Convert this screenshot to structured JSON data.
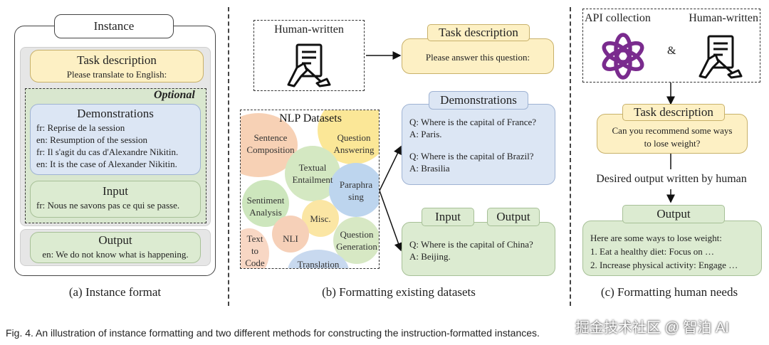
{
  "panel_a": {
    "header": "Instance",
    "task": {
      "title": "Task description",
      "text": "Please translate to English:"
    },
    "optional_label": "Optional",
    "demos": {
      "title": "Demonstrations",
      "lines": [
        "fr: Reprise de la session",
        "en: Resumption of the session",
        "fr: Il s'agit du cas d'Alexandre Nikitin.",
        "en: It is the case of Alexander Nikitin."
      ]
    },
    "input": {
      "title": "Input",
      "text": "fr: Nous ne savons pas ce qui se passe."
    },
    "output": {
      "title": "Output",
      "text": "en: We do not know what is happening."
    },
    "caption": "(a) Instance format"
  },
  "panel_b": {
    "human_written": "Human-written",
    "nlp_title": "NLP  Datasets",
    "task": {
      "title": "Task description",
      "text": "Please answer this question:"
    },
    "demos": {
      "title": "Demonstrations",
      "q1": "Q: Where is the capital of France?",
      "a1": "A: Paris.",
      "q2": "Q: Where is the capital of Brazil?",
      "a2": "A: Brasilia"
    },
    "input_label": "Input",
    "output_label": "Output",
    "qa": {
      "q": "Q: Where is the capital of China?",
      "a": "A: Beijing."
    },
    "datasets": {
      "sentence_composition": [
        "Sentence",
        "Composition"
      ],
      "question_answering": [
        "Question",
        "Answering"
      ],
      "textual_entailment": [
        "Textual",
        "Entailment"
      ],
      "paraphrasing": [
        "Paraphra",
        "sing"
      ],
      "sentiment_analysis": [
        "Sentiment",
        "Analysis"
      ],
      "misc": "Misc.",
      "nli": "NLI",
      "text_to_code": [
        "Text",
        "to",
        "Code"
      ],
      "question_generation": [
        "Question",
        "Generation"
      ],
      "translation": "Translation"
    },
    "caption": "(b) Formatting existing datasets"
  },
  "panel_c": {
    "api_collection": "API collection",
    "ampersand": "&",
    "human_written": "Human-written",
    "task": {
      "title": "Task description",
      "lines": [
        "Can you recommend some ways",
        "to lose weight?"
      ]
    },
    "desired": "Desired output written by human",
    "output": {
      "title": "Output",
      "lines": [
        "Here are some ways to lose weight:",
        "1. Eat a healthy diet: Focus on …",
        "2. Increase physical activity: Engage …"
      ]
    },
    "caption": "(c) Formatting human needs"
  },
  "figure_caption": "Fig. 4. An illustration of instance formatting and two different methods for constructing the instruction-formatted instances.",
  "watermark": "掘金技术社区 @ 智泊 AI",
  "colors": {
    "yellow": "#fdf0c4",
    "green": "#dcebd1",
    "blue": "#dce6f4",
    "grey": "#e6e6e6",
    "openai_purple": "#7a2b8e"
  },
  "icons": [
    "human-writing-icon",
    "openai-logo-icon",
    "arrow-icon"
  ]
}
